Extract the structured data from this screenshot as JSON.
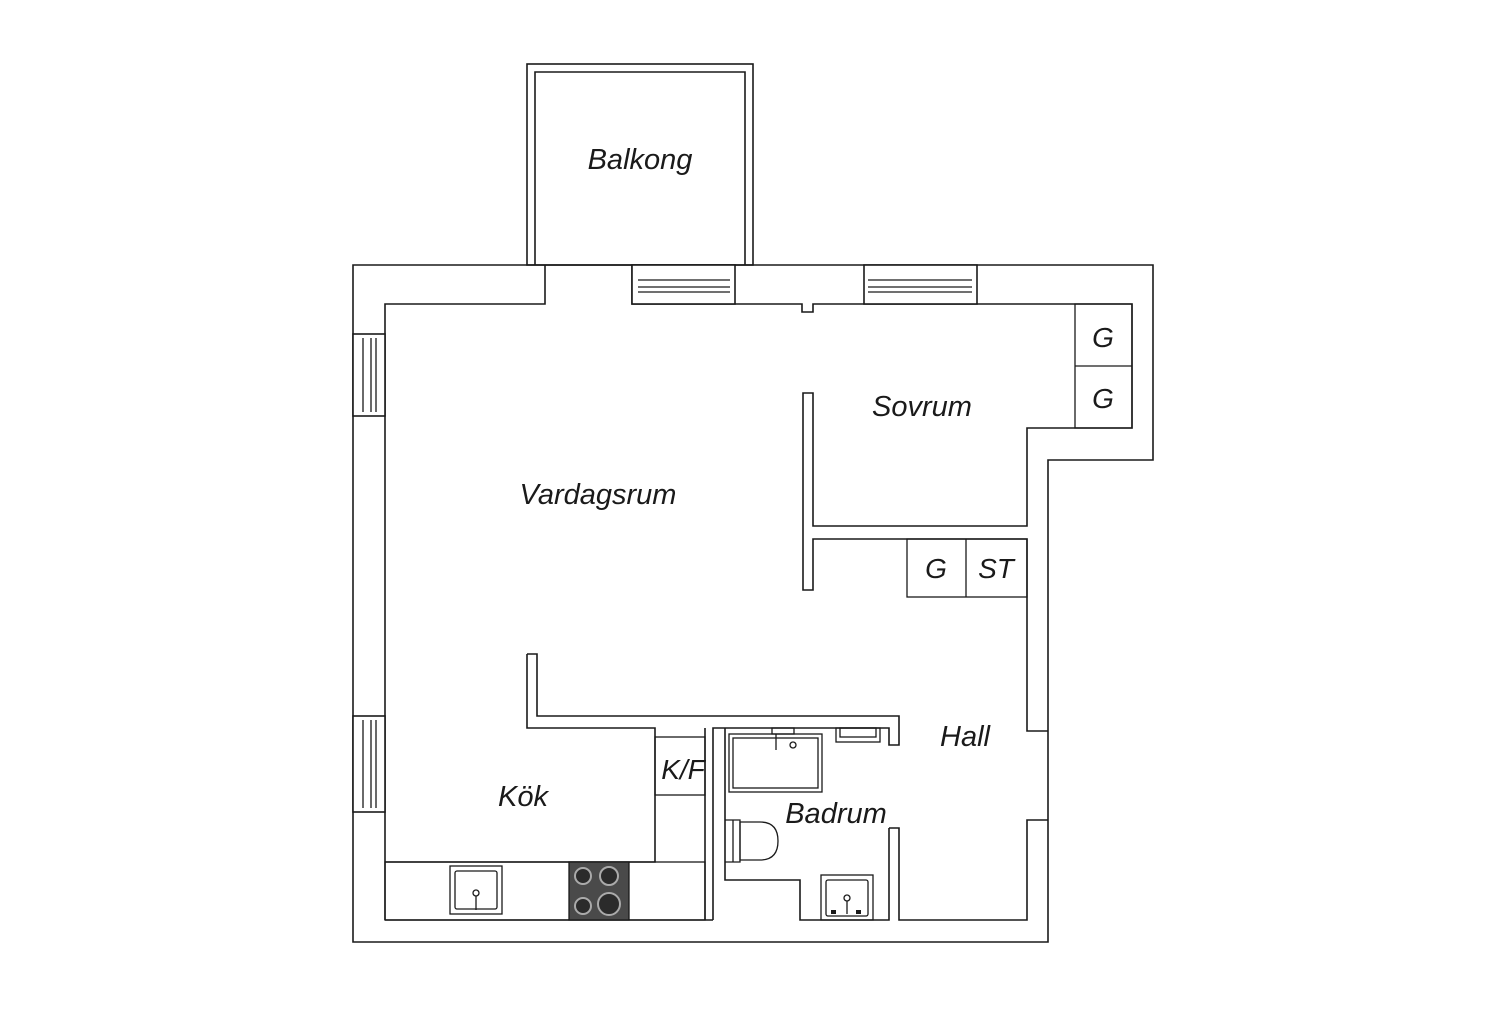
{
  "rooms": {
    "balcony": "Balkong",
    "living_room": "Vardagsrum",
    "bedroom": "Sovrum",
    "kitchen": "Kök",
    "bathroom": "Badrum",
    "hall": "Hall"
  },
  "storage": {
    "wardrobe_bedroom_1": "G",
    "wardrobe_bedroom_2": "G",
    "wardrobe_hall": "G",
    "storage_hall": "ST",
    "fridge_freezer": "K/F"
  },
  "colors": {
    "walls": "#1a1a1a",
    "background": "#ffffff",
    "stove": "#4a4a4a"
  }
}
